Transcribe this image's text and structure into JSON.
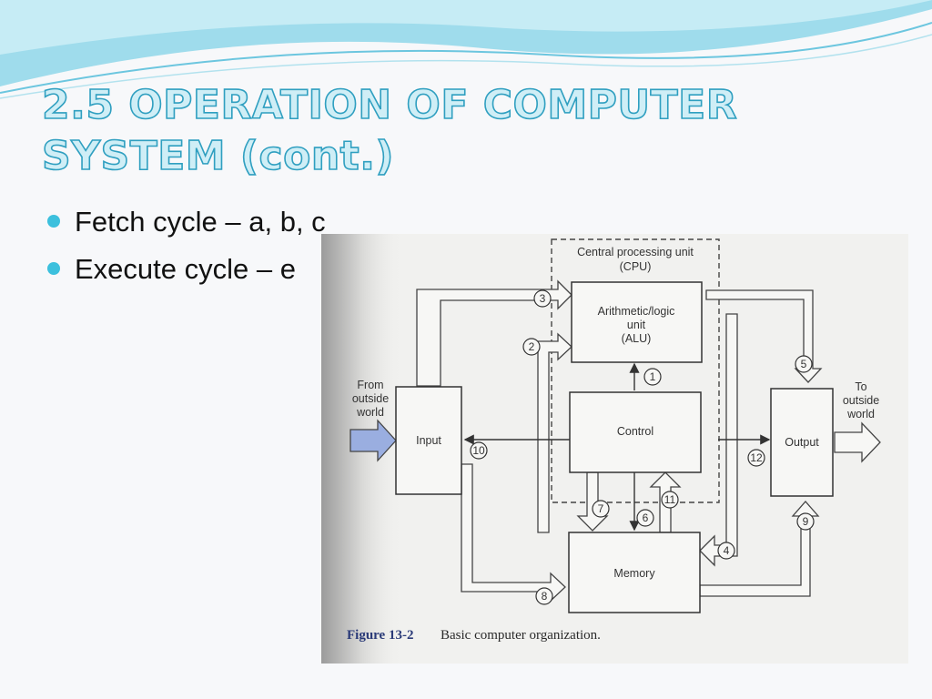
{
  "slide": {
    "title": "2.5 OPERATION OF COMPUTER SYSTEM (cont.)",
    "bullets": [
      "Fetch cycle – a, b, c",
      "Execute cycle – e"
    ]
  },
  "diagram": {
    "cpu": [
      "Central processing unit",
      "(CPU)"
    ],
    "alu": [
      "Arithmetic/logic",
      "unit",
      "(ALU)"
    ],
    "control": "Control",
    "input": "Input",
    "output": "Output",
    "memory": "Memory",
    "from_outside": [
      "From",
      "outside",
      "world"
    ],
    "to_outside": [
      "To",
      "outside",
      "world"
    ],
    "steps": [
      "1",
      "2",
      "3",
      "4",
      "5",
      "6",
      "7",
      "8",
      "9",
      "10",
      "11",
      "12"
    ],
    "figure_number": "Figure 13-2",
    "caption": "Basic computer organization."
  },
  "colors": {
    "title_fill": "#cfeef6",
    "title_outline": "#2f9fc0",
    "bullet": "#3cc0dd",
    "wave": "#7fd0e6",
    "input_arrow": "#9aaee0",
    "caption": "#2a3a78"
  }
}
